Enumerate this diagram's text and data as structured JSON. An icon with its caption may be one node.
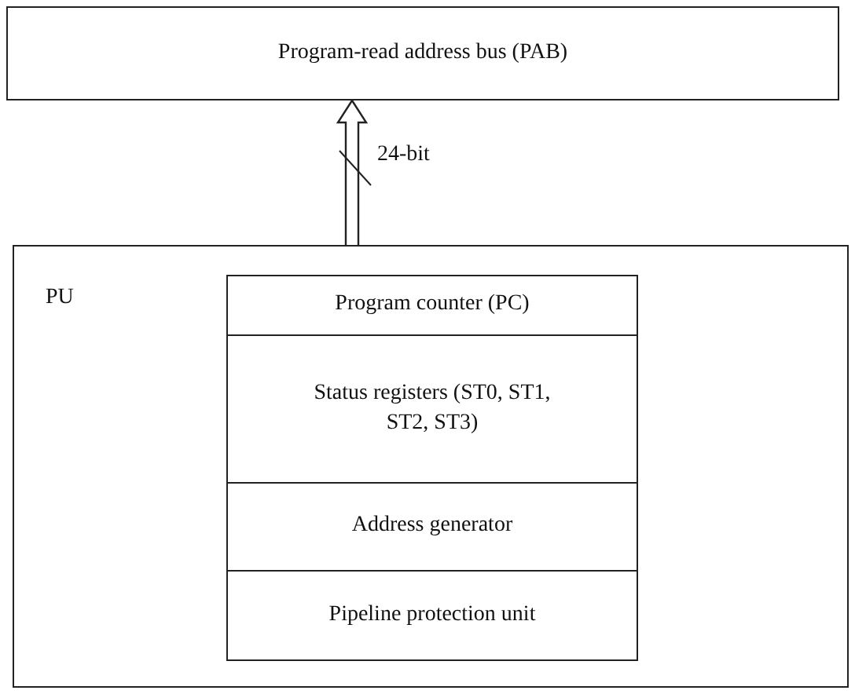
{
  "diagram": {
    "nodes": [
      {
        "text": [
          "Program-read address bus (PAB)"
        ]
      },
      {
        "text": [
          "PU"
        ]
      },
      {
        "text": [
          "Program counter (PC)"
        ],
        "in": 1
      },
      {
        "text": [
          "Status registers (ST0, ST1, ST2, ST3)"
        ],
        "in": 1
      },
      {
        "text": [
          "Address generator"
        ],
        "in": 1
      },
      {
        "text": [
          "Pipeline protection unit"
        ],
        "in": 1
      }
    ],
    "edges": [
      {
        "from": 1,
        "to": 0,
        "arrow": "to",
        "label": "24-bit",
        "style": "thick"
      }
    ]
  }
}
